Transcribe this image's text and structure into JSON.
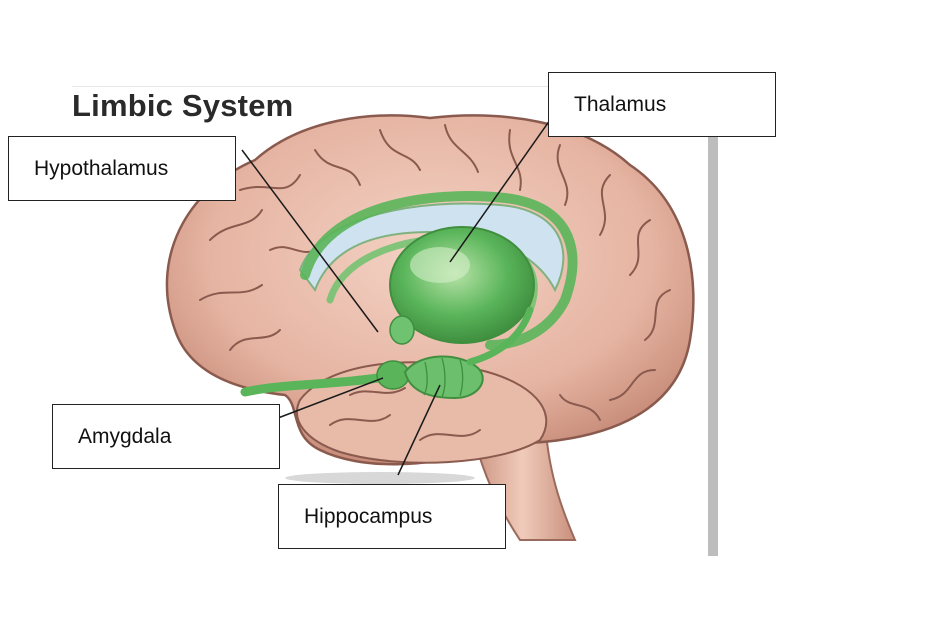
{
  "diagram": {
    "title": "Limbic System",
    "labels": {
      "hypothalamus": "Hypothalamus",
      "thalamus": "Thalamus",
      "amygdala": "Amygdala",
      "hippocampus": "Hippocampus"
    },
    "colors": {
      "brain_tissue": "#e3b3a2",
      "brain_fold": "#8a5a4e",
      "limbic_green": "#5ab55a",
      "ventricle": "#cfe2f0",
      "leader_line": "#1a1a1a"
    }
  }
}
